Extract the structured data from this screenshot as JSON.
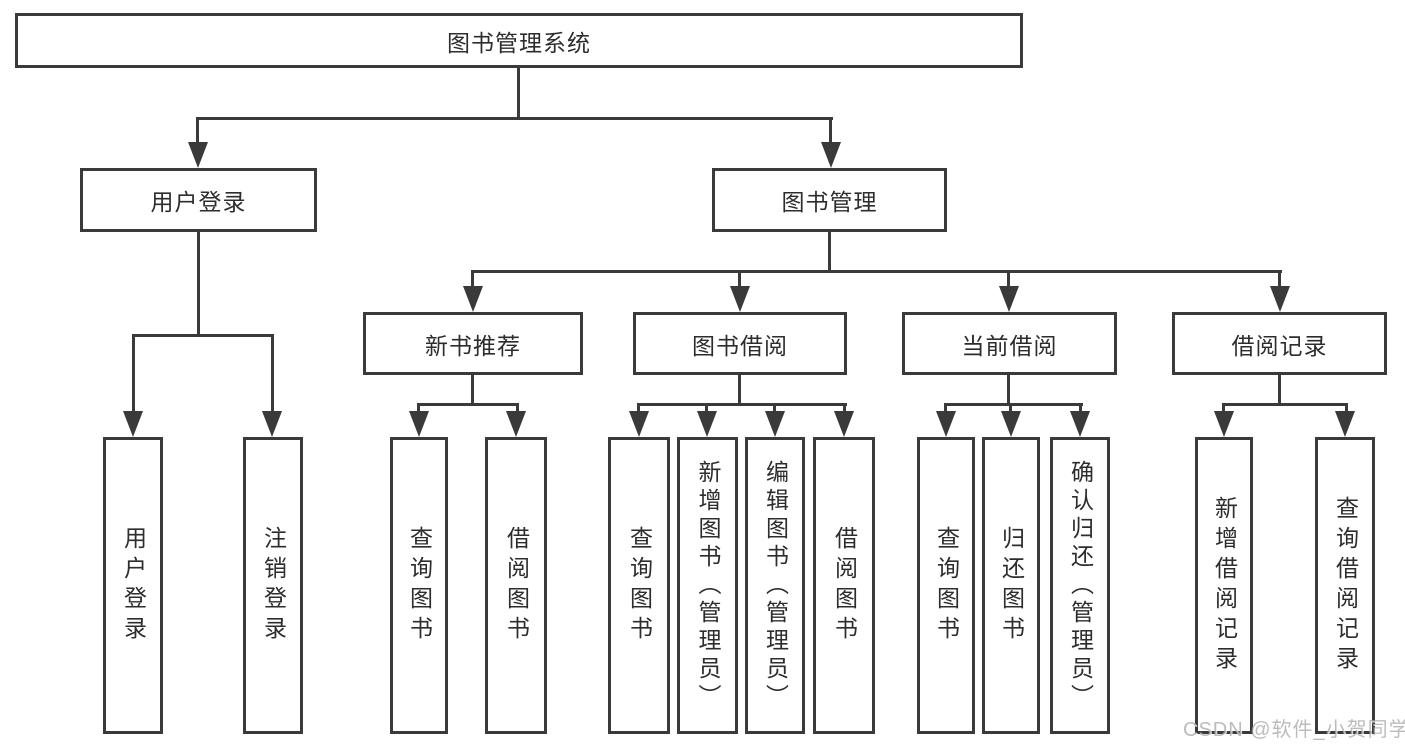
{
  "diagram": {
    "title": "图书管理系统",
    "root": {
      "label": "图书管理系统"
    },
    "branches": [
      {
        "label": "用户登录",
        "children": [
          {
            "label": "用户登录"
          },
          {
            "label": "注销登录"
          }
        ]
      },
      {
        "label": "图书管理",
        "children": [
          {
            "label": "新书推荐",
            "children": [
              {
                "label": "查询图书"
              },
              {
                "label": "借阅图书"
              }
            ]
          },
          {
            "label": "图书借阅",
            "children": [
              {
                "label": "查询图书"
              },
              {
                "label": "新增图书（管理员）"
              },
              {
                "label": "编辑图书（管理员）"
              },
              {
                "label": "借阅图书"
              }
            ]
          },
          {
            "label": "当前借阅",
            "children": [
              {
                "label": "查询图书"
              },
              {
                "label": "归还图书"
              },
              {
                "label": "确认归还（管理员）"
              }
            ]
          },
          {
            "label": "借阅记录",
            "children": [
              {
                "label": "新增借阅记录"
              },
              {
                "label": "查询借阅记录"
              }
            ]
          }
        ]
      }
    ]
  },
  "watermark": {
    "text": "CSDN @软件_小贺同学"
  },
  "colors": {
    "line": "#3a3a3a",
    "text": "#2d2d2d",
    "background": "#ffffff",
    "watermark": "#a5a5a5"
  }
}
